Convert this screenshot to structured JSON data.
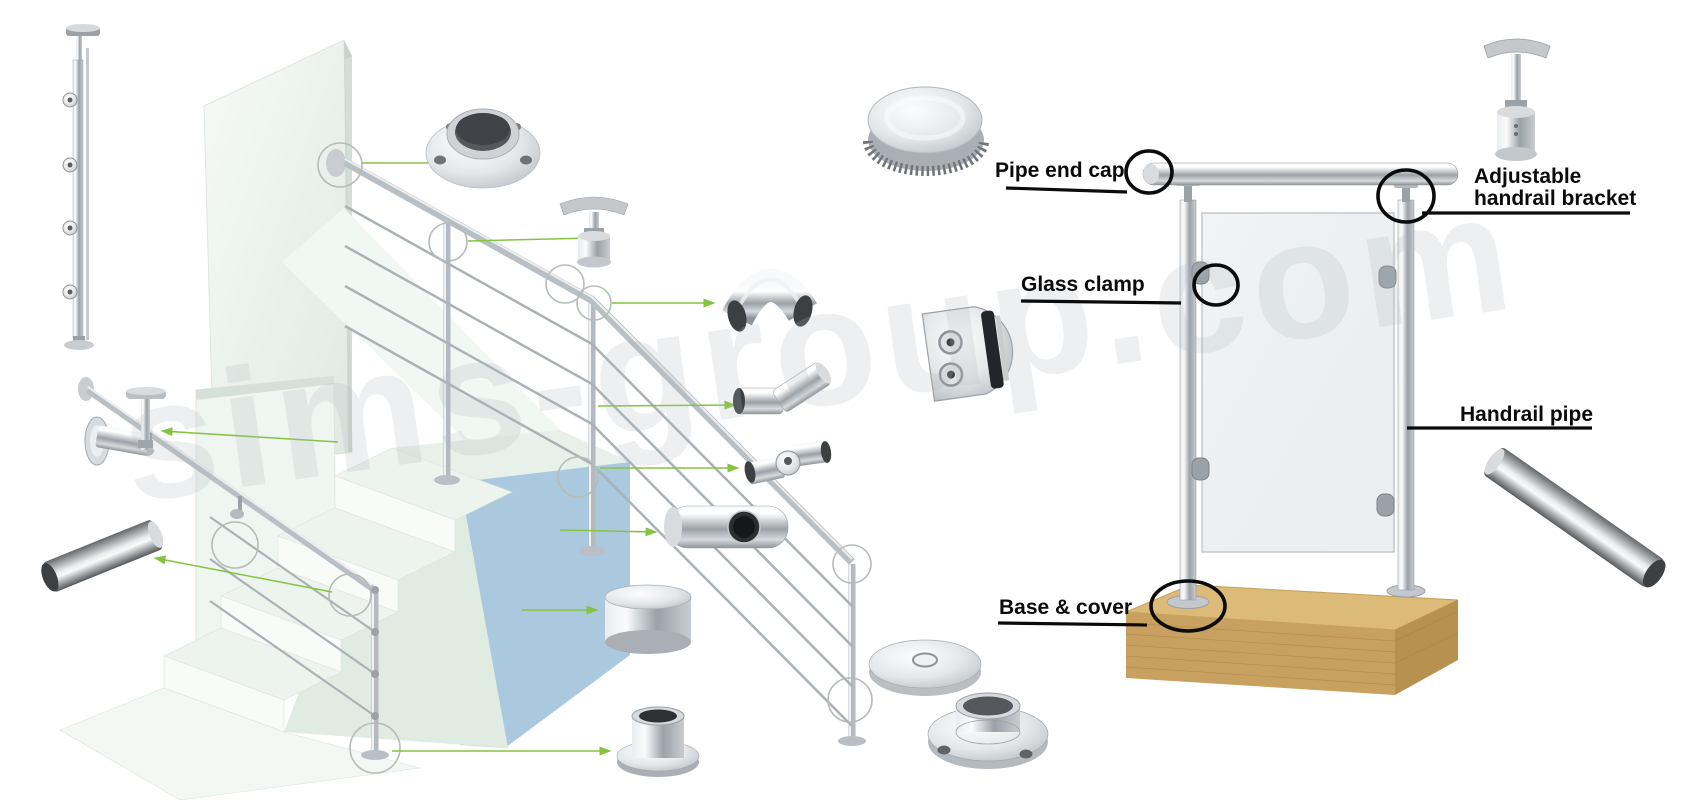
{
  "document": {
    "type": "product-parts-diagram",
    "subject": "Stainless steel glass balustrade and staircase railing system with exploded components"
  },
  "watermark": {
    "text": "sims-group.com"
  },
  "labels": {
    "pipe_end_cap": "Pipe end cap",
    "adjustable_handrail_bracket_line1": "Adjustable",
    "adjustable_handrail_bracket_line2": "handrail bracket",
    "glass_clamp": "Glass clamp",
    "handrail_pipe": "Handrail pipe",
    "base_cover": "Base & cover"
  },
  "colors": {
    "leader_green": "#85c440",
    "label_black": "#0b0b0b",
    "callout_circle": "#0b0b0b",
    "chrome_light": "#f2f4f6",
    "chrome_mid": "#9aa1a7",
    "stair_green": "#edf4ee",
    "stair_blue": "#aac9df",
    "wood_top": "#d8b876",
    "wood_front": "#c8a05f",
    "glass": "#e9eef0"
  },
  "left_diagram": {
    "description": "Exploded isometric staircase railing with callout circles and green leader lines to loose fittings",
    "parts": [
      {
        "icon": "baluster-post-icon"
      },
      {
        "icon": "wall-flange-icon"
      },
      {
        "icon": "adjustable-saddle-icon"
      },
      {
        "icon": "elbow-90-icon"
      },
      {
        "icon": "elbow-135-icon"
      },
      {
        "icon": "swivel-connector-icon"
      },
      {
        "icon": "crossbar-holder-icon"
      },
      {
        "icon": "wall-handrail-bracket-icon"
      },
      {
        "icon": "handrail-tube-icon"
      },
      {
        "icon": "flat-end-cap-icon"
      },
      {
        "icon": "base-socket-icon"
      }
    ]
  },
  "right_diagram": {
    "description": "Glass balustrade bay on wooden base with five labeled callouts and loose product photos",
    "parts": [
      {
        "icon": "round-end-cap-icon"
      },
      {
        "icon": "glass-clamp-part-icon"
      },
      {
        "icon": "base-cover-disc-icon"
      },
      {
        "icon": "base-flange-icon"
      },
      {
        "icon": "handrail-pipe-part-icon"
      },
      {
        "icon": "adjustable-handrail-bracket-part-icon"
      }
    ]
  }
}
